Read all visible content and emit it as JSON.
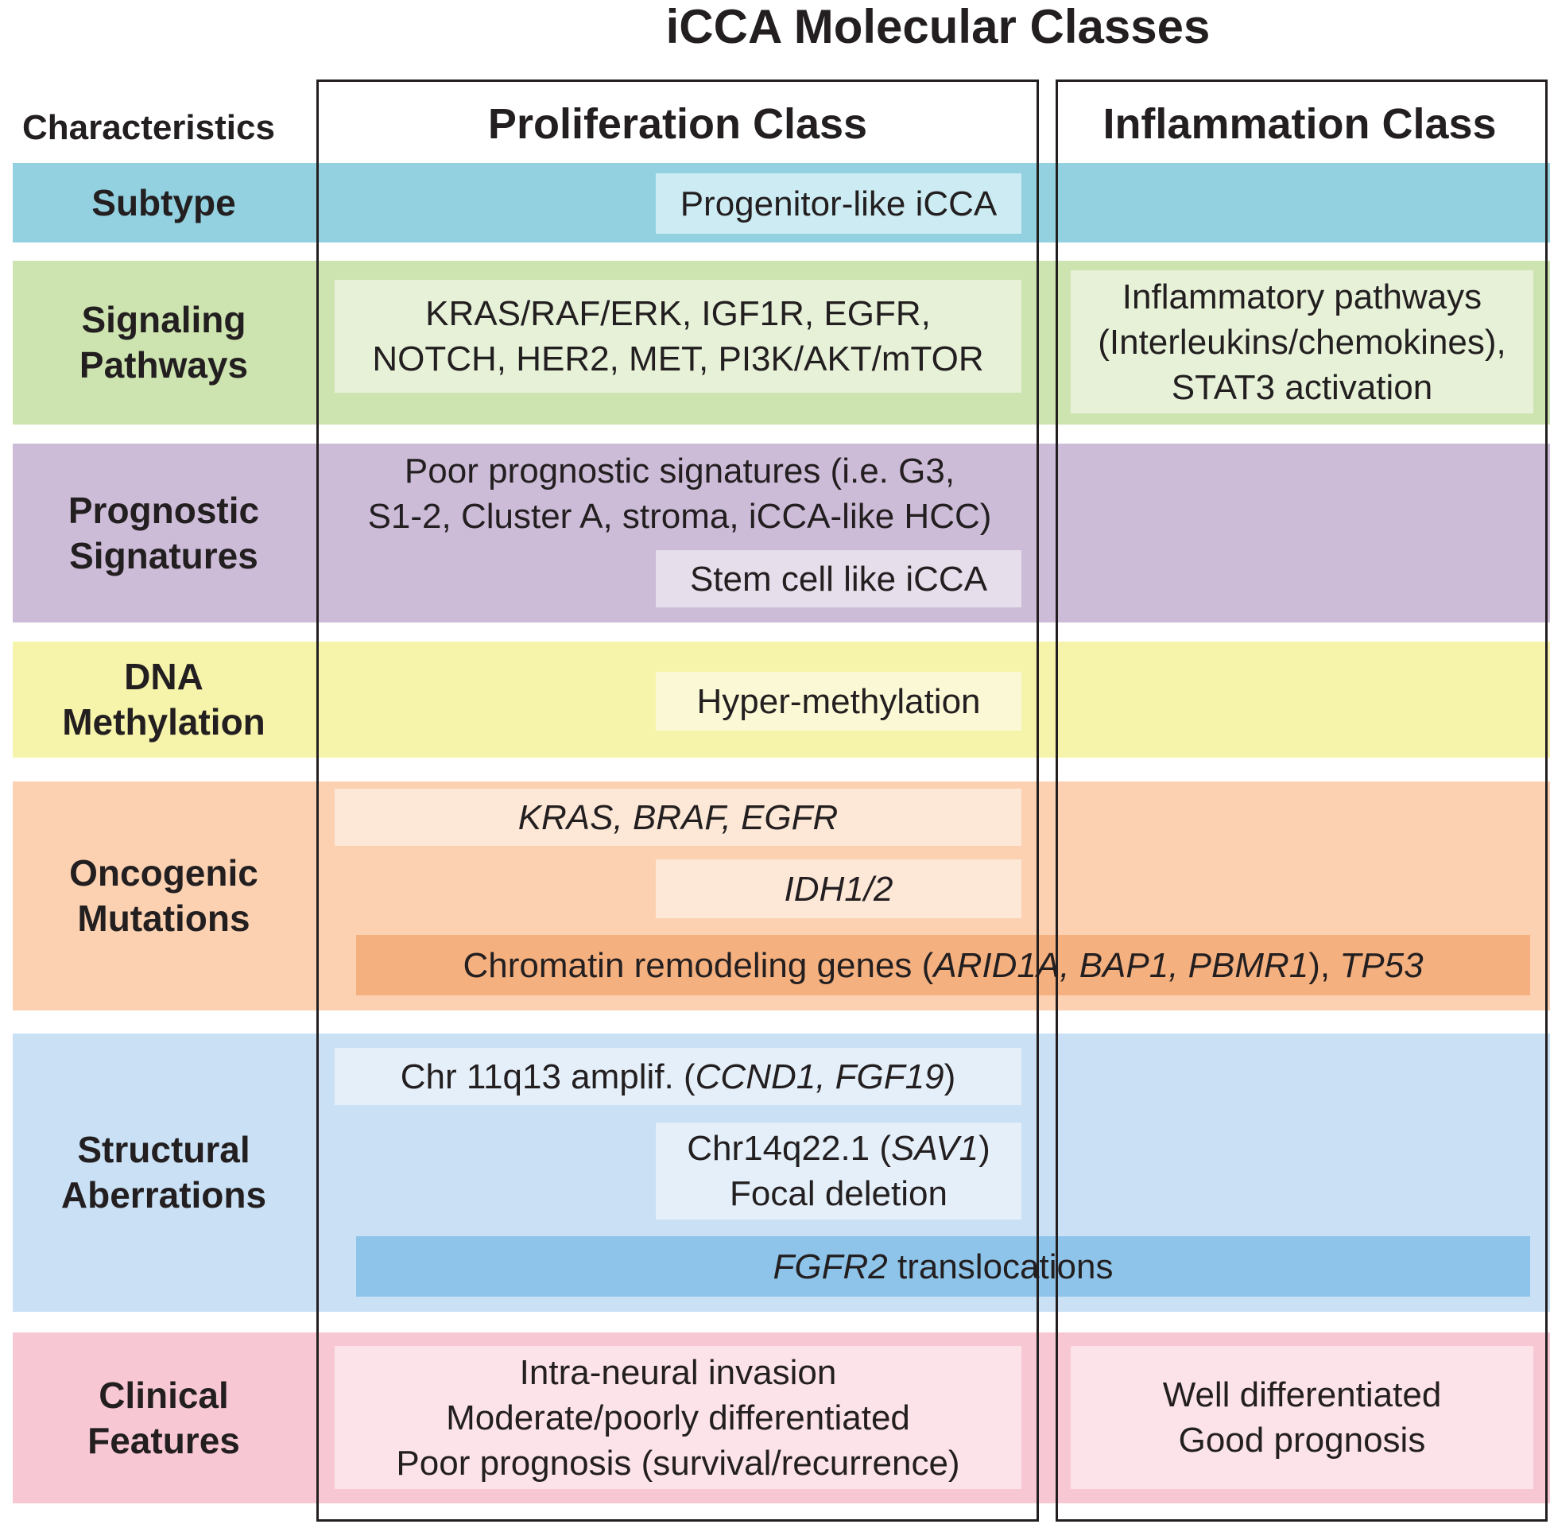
{
  "title": "iCCA Molecular Classes",
  "headers": {
    "characteristics": "Characteristics",
    "proliferation": "Proliferation Class",
    "inflammation": "Inflammation Class"
  },
  "rows": {
    "subtype": {
      "label": "Subtype",
      "color": "#93d1e0",
      "box": "Progenitor-like iCCA"
    },
    "signaling": {
      "label": "Signaling\nPathways",
      "color": "#cde4b0",
      "proliferation": "KRAS/RAF/ERK, IGF1R, EGFR,\nNOTCH, HER2, MET, PI3K/AKT/mTOR",
      "inflammation": "Inflammatory pathways\n(Interleukins/chemokines),\nSTAT3 activation"
    },
    "prognostic": {
      "label": "Prognostic\nSignatures",
      "color": "#cdbcd8",
      "text": "Poor prognostic signatures (i.e. G3,\nS1-2, Cluster A, stroma, iCCA-like HCC)",
      "box": "Stem cell like iCCA"
    },
    "methylation": {
      "label": "DNA\nMethylation",
      "color": "#f6f4aa",
      "box": "Hyper-methylation"
    },
    "mutations": {
      "label": "Oncogenic\nMutations",
      "color": "#fbd1b1",
      "box1": "KRAS, BRAF, EGFR",
      "box2": "IDH1/2",
      "wide_pre": "Chromatin remodeling genes (",
      "wide_genes": "ARID1A, BAP1, PBMR1",
      "wide_mid": "), ",
      "wide_tp53": "TP53",
      "wide_color": "#f5b07f"
    },
    "structural": {
      "label": "Structural\nAberrations",
      "color": "#c9e0f5",
      "box1_pre": "Chr 11q13 amplif. (",
      "box1_genes": "CCND1, FGF19",
      "box1_post": ")",
      "box2_pre": "Chr14q22.1 (",
      "box2_gene": "SAV1",
      "box2_post": ")",
      "box2_line2": "Focal deletion",
      "wide_gene": "FGFR2",
      "wide_post": " translocations",
      "wide_color": "#8ec4ea"
    },
    "clinical": {
      "label": "Clinical\nFeatures",
      "color": "#f7c8d4",
      "proliferation": "Intra-neural invasion\nModerate/poorly differentiated\nPoor prognosis (survival/recurrence)",
      "inflammation": "Well differentiated\nGood prognosis"
    }
  }
}
